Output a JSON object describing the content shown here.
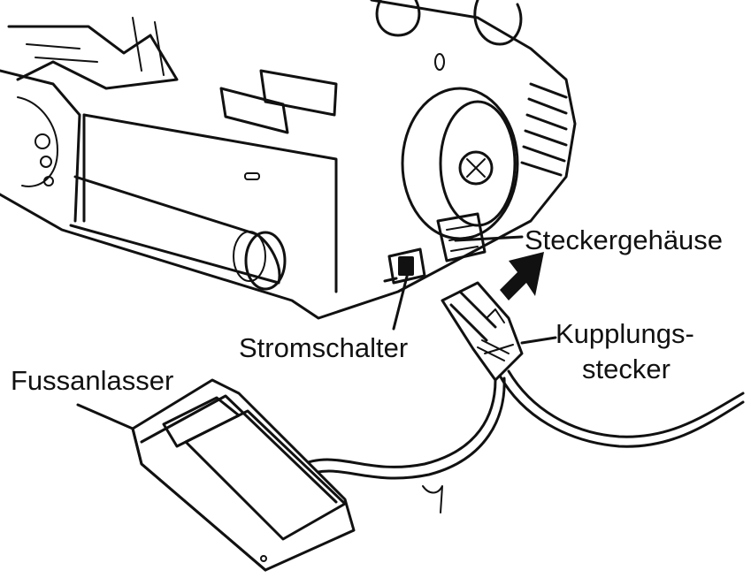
{
  "labels": {
    "plug_housing": "Steckergehäuse",
    "coupling_plug_line1": "Kupplungs-",
    "coupling_plug_line2": "stecker",
    "power_switch": "Stromschalter",
    "foot_control": "Fussanlasser"
  }
}
